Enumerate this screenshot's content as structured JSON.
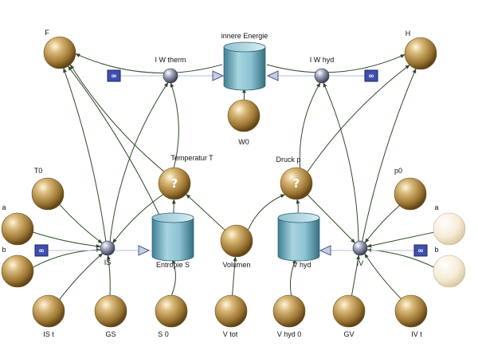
{
  "nodes": {
    "F": {
      "label": "F"
    },
    "H": {
      "label": "H"
    },
    "innere_energie": {
      "label": "innere Energie"
    },
    "iw_therm": {
      "label": "I W therm"
    },
    "iw_hyd": {
      "label": "I W hyd"
    },
    "w0": {
      "label": "W0"
    },
    "temperatur": {
      "label": "Temperatur T",
      "symbol": "?"
    },
    "druck": {
      "label": "Druck p",
      "symbol": "?"
    },
    "t0": {
      "label": "T0"
    },
    "p0": {
      "label": "p0"
    },
    "a_left": {
      "label": "a"
    },
    "b_left": {
      "label": "b"
    },
    "a_right": {
      "label": "a"
    },
    "b_right": {
      "label": "b"
    },
    "is_flow": {
      "label": "IS"
    },
    "entropie": {
      "label": "Entropie S"
    },
    "volumen": {
      "label": "Volumen"
    },
    "v_hyd": {
      "label": "V hyd"
    },
    "iv_flow": {
      "label": "IV"
    },
    "is_t": {
      "label": "IS t"
    },
    "gs": {
      "label": "GS"
    },
    "s0": {
      "label": "S 0"
    },
    "v_tot": {
      "label": "V tot"
    },
    "v_hyd0": {
      "label": "V hyd 0"
    },
    "gv": {
      "label": "GV"
    },
    "iv_t": {
      "label": "IV t"
    }
  },
  "infinity_symbol": "∞",
  "colors": {
    "variable": "#a8843e",
    "variable_light": "#f3e7cc",
    "stock": "#7fb4c4",
    "flow_pipe": "#2a3670",
    "source_box": "#3f4fae",
    "connector": "#2f4a2a"
  }
}
